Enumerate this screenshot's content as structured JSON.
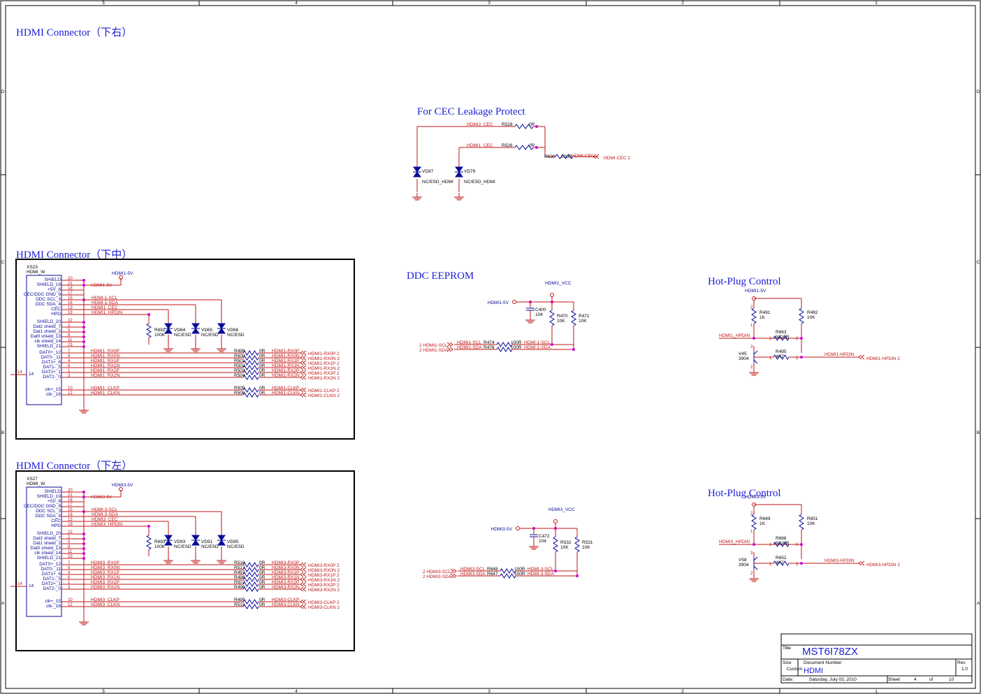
{
  "border": {
    "cols_top": [
      "5",
      "4",
      "3",
      "2",
      "1"
    ],
    "rows": [
      "D",
      "C",
      "B",
      "A"
    ]
  },
  "sections": {
    "hdmi_right": "HDMI Connector（下右）",
    "hdmi_mid": "HDMI Connector（下中）",
    "hdmi_left": "HDMI Connector（下左）",
    "cec": "For CEC Leakage Protect",
    "ddc": "DDC EEPROM",
    "hotplug1": "Hot-Plug Control",
    "hotplug3": "Hot-Plug Control"
  },
  "connector_pins": [
    "SHIELD",
    "SHIELD_19",
    "+5V_8",
    "CEC/DDC GND_9",
    "DDC SCL_3",
    "DDC SDA_4",
    "CEC",
    "HPD",
    "SHIELD_20",
    "Dat2 shield_7",
    "Dat1 shield_2",
    "Dat0 shield_13",
    "clk shield_14",
    "SHIELD_21",
    "DAT0+_12",
    "DAT0-_11",
    "DAT1+_6",
    "DAT1-_5",
    "DAT2+_1",
    "DAT2-_0",
    "clk+_15",
    "clk-_16"
  ],
  "pin_numbers": [
    "20",
    "21",
    "18",
    "17",
    "15",
    "16",
    "13",
    "19",
    "22",
    "2",
    "5",
    "8",
    "11",
    "23",
    "7",
    "9",
    "4",
    "6",
    "1",
    "3",
    "10",
    "12"
  ],
  "cec": {
    "nets": [
      "HDMI3_CEC",
      "HDMI1_CEC"
    ],
    "res": [
      "R528",
      "R526"
    ],
    "val": "0R",
    "r530": "R530",
    "r530v": "200R",
    "out_net": "HDMI-CEC",
    "out_port": "HDMI-CEC  2",
    "diodes": [
      "VD97",
      "VD79"
    ],
    "dval": [
      "NC/ESD_HDMI",
      "NC/ESD_HDMI"
    ]
  },
  "mid": {
    "ref": "XS23",
    "part": "HDMI_W",
    "p14": "14",
    "vcc": "HDMI1-5V",
    "pwr": "HDMI1-5V",
    "ctrl": [
      "HDMI-1-SCL",
      "HDMI-1-SDA",
      "HDMI1_CEC",
      "HDMI1_HPDIN"
    ],
    "r_esd": "R691",
    "r_esd_v": "100K",
    "vds": [
      "VD64",
      "VD65",
      "VD66"
    ],
    "vdv": "NC/ESD",
    "sig": [
      "HDMI1_RX0P",
      "HDMI1_RX0N",
      "HDMI1_RX1P",
      "HDMI1_RX1N",
      "HDMI1_RX2P",
      "HDMI1_RX2N",
      "HDMI1_CLKP",
      "HDMI1_CLKN"
    ],
    "res": [
      "R499",
      "R500",
      "R501",
      "R502",
      "R503",
      "R504",
      "R505",
      "R506"
    ],
    "rv": "0R",
    "out": [
      "HDMI1-RX0P",
      "HDMI1-RX0N",
      "HDMI1-RX1P",
      "HDMI1-RX1N",
      "HDMI1-RX2P",
      "HDMI1-RX2N",
      "HDMI1-CLKP",
      "HDMI1-CLKN"
    ],
    "ports": [
      "HDMI1-RX0P  2",
      "HDMI1-RX0N  2",
      "HDMI1-RX1P  2",
      "HDMI1-RX1N  2",
      "HDMI1-RX2P  2",
      "HDMI1-RX2N  2",
      "HDMI1-CLKP  2",
      "HDMI1-CLKN  2"
    ]
  },
  "left": {
    "ref": "XS27",
    "part": "HDMI_W",
    "p14": "14",
    "vcc": "HDMI3-5V",
    "pwr": "HDMI3-5V",
    "ctrl": [
      "HDMI-3-SCL",
      "HDMI-3-SDA",
      "HDMI3_CEC",
      "HDMI3_HPDIN"
    ],
    "r_esd": "R693",
    "r_esd_v": "100K",
    "vds": [
      "VD93",
      "VD91",
      "VD95"
    ],
    "vdv": "NC/ESD",
    "sig": [
      "HDMI3_RX0P",
      "HDMI3_RX0N",
      "HDMI3_RX1P",
      "HDMI3_RX1N",
      "HDMI3_RX2P",
      "HDMI3_RX2N",
      "HDMI3_CLKP",
      "HDMI3_CLKN"
    ],
    "res": [
      "R516",
      "R517",
      "R497",
      "R498",
      "R507",
      "R496",
      "R495",
      "R515"
    ],
    "rv": "0R",
    "out": [
      "HDMI3-RX0P",
      "HDMI3-RX0N",
      "HDMI3-RX1P",
      "HDMI3-RX1N",
      "HDMI3-RX2P",
      "HDMI3-RX2N",
      "HDMI3-CLKP",
      "HDMI3-CLKN"
    ],
    "ports": [
      "HDMI3-RX0P  2",
      "HDMI3-RX0N  2",
      "HDMI3-RX1P  2",
      "HDMI3-RX1N  2",
      "HDMI3-RX2P  2",
      "HDMI3-RX2N  2",
      "HDMI3-CLKP  2",
      "HDMI3-CLKN  2"
    ]
  },
  "ddc1": {
    "vcc": "HDMI1_VCC",
    "in": "HDMI1-5V",
    "cap": "C400",
    "capv": "104",
    "ra": "R470",
    "rav": "10K",
    "rb": "R471",
    "rbv": "10K",
    "ports": [
      "2  HDMI1-SCL",
      "2  HDMI1-SDA"
    ],
    "nets": [
      "HDMI1-SCL",
      "HDMI1-SDA"
    ],
    "res": [
      "R474",
      "R476"
    ],
    "rv": "100R",
    "outs": [
      "HDMI-1-SCL",
      "HDMI-1-SDA"
    ]
  },
  "ddc3": {
    "vcc": "HDMI3_VCC",
    "in": "HDMI3-5V",
    "cap": "C472",
    "capv": "104",
    "ra": "R532",
    "rav": "10K",
    "rb": "R531",
    "rbv": "10K",
    "ports": [
      "2  HDMI3-SCL",
      "2  HDMI3-SDA"
    ],
    "nets": [
      "HDMI3-SCL",
      "HDMI3-SDA"
    ],
    "res": [
      "R648",
      "R647"
    ],
    "rv": "100R",
    "outs": [
      "HDMI-3-SCL",
      "HDMI-3-SDA"
    ]
  },
  "hp1": {
    "vcc": "HDMI1-5V",
    "r1": "R491",
    "r1v": "1K",
    "r2": "R492",
    "r2v": "10K",
    "rnc": "R663",
    "rncv": "NC/0R",
    "rb": "R495",
    "rbv": "4K7",
    "q": "V45",
    "qv": "3904",
    "in": "HDMI1_HPDIN",
    "out": "HDMI1-HPDIN",
    "port": "HDMI1-HPDIN   2"
  },
  "hp3": {
    "vcc": "HDMI3-5V",
    "r1": "R649",
    "r1v": "1K",
    "r2": "R651",
    "r2v": "10K",
    "rnc": "R666",
    "rncv": "NC/0R",
    "rb": "R652",
    "rbv": "4K7",
    "q": "V58",
    "qv": "3904",
    "in": "HDMI3_HPDIN",
    "out": "HDMI3-HPDIN",
    "port": "HDMI3-HPDIN   2"
  },
  "pins_small": {
    "one": "1",
    "two": "2",
    "three": "3"
  },
  "titleblock": {
    "title_lbl": "Title",
    "title": "MST6I78ZX",
    "size_lbl": "Size",
    "size": "Custom",
    "docnum_lbl": "Document Number",
    "docnum": "HDMI",
    "rev_lbl": "Rev",
    "rev": "1.0",
    "date_lbl": "Date:",
    "date": "Saturday, July 03, 2010",
    "sheet_lbl": "Sheet",
    "sheet": "4",
    "of_lbl": "of",
    "total": "10"
  }
}
